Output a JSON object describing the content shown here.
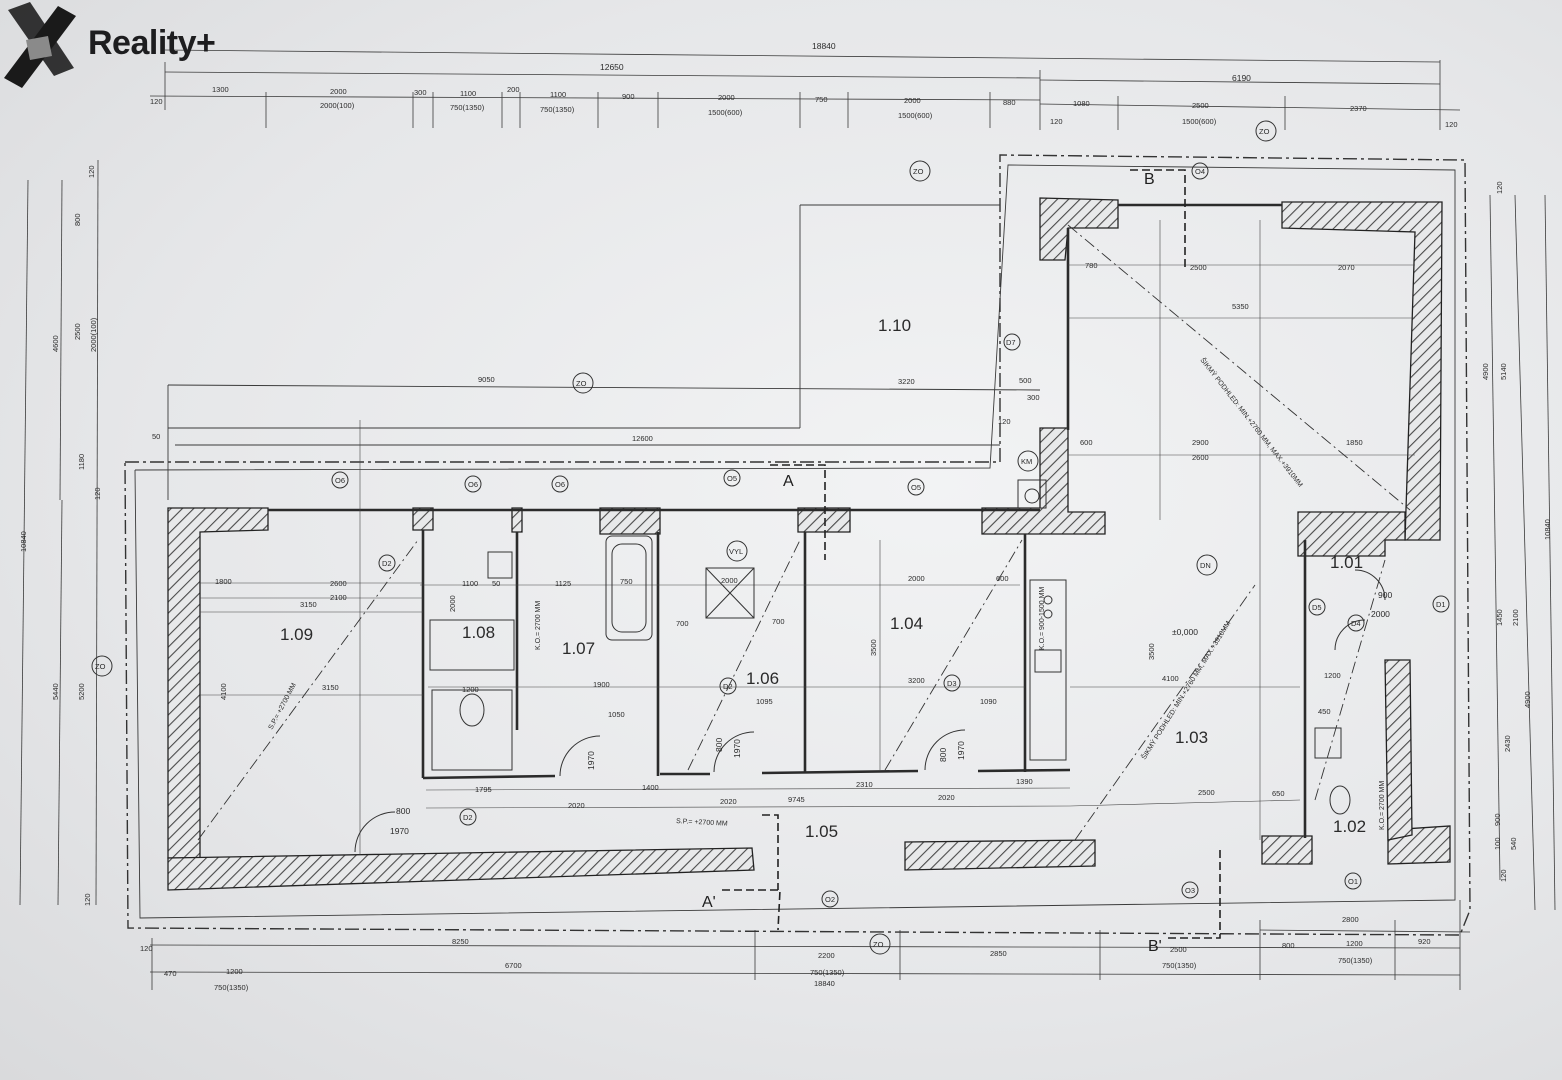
{
  "brand": {
    "name": "Reality+"
  },
  "colors": {
    "paper": "#eef0f1",
    "ink": "#2b2b2b",
    "hatch": "#5a5a5a"
  },
  "rooms": [
    {
      "id": "r109",
      "label": "1.09"
    },
    {
      "id": "r108",
      "label": "1.08"
    },
    {
      "id": "r107",
      "label": "1.07"
    },
    {
      "id": "r106",
      "label": "1.06"
    },
    {
      "id": "r104",
      "label": "1.04"
    },
    {
      "id": "r103",
      "label": "1.03"
    },
    {
      "id": "r105",
      "label": "1.05"
    },
    {
      "id": "r110",
      "label": "1.10"
    },
    {
      "id": "r101",
      "label": "1.01"
    },
    {
      "id": "r102",
      "label": "1.02"
    }
  ],
  "sections": {
    "a_top": "A",
    "a_bottom": "A'",
    "b_top": "B",
    "b_bottom": "B'"
  },
  "tags": {
    "zo": "ZO",
    "km": "KM",
    "dn": "DN",
    "vyl": "VYL",
    "o1": "O1",
    "o2": "O2",
    "o3": "O3",
    "o4": "O4",
    "o5": "O5",
    "o6": "O6",
    "d1": "D1",
    "d2": "D2",
    "d3": "D3",
    "d4": "D4",
    "d5": "D5",
    "d7": "D7"
  },
  "annotations": {
    "level": "±0,000",
    "ceiling_107": "S.P.= +2700 MM",
    "ceiling_105": "S.P.= +2700 MM",
    "slope_110": "ŠIKMÝ PODHLED: MIN.+2760 MM, MAX.+3910MM",
    "slope_103": "ŠIKMÝ PODHLED: MIN.+2760 MM, MAX.+3910MM",
    "ko_108": "K.O.= 2700 MM",
    "ko_104": "K.O.= 900-1500 MM",
    "ko_102": "K.O.= 2700 MM"
  },
  "dims_top_overall": {
    "total": "18840",
    "left": "12650",
    "right": "6190"
  },
  "dims_top_row": [
    "120",
    "1300",
    "2000",
    "2000(100)",
    "300",
    "1100",
    "750(1350)",
    "200",
    "1100",
    "750(1350)",
    "900",
    "2000",
    "1500(600)",
    "750",
    "2000",
    "1500(600)",
    "880",
    "1080",
    "120",
    "2500",
    "1500(600)",
    "2370",
    "120"
  ],
  "dims_bottom_row1": [
    "8250",
    "2200",
    "2850",
    "2500",
    "750(1350)",
    "800",
    "1200",
    "920",
    "2800"
  ],
  "dims_bottom_row2": [
    "120",
    "470",
    "1200",
    "750(1350)",
    "6700",
    "750(1350)",
    "18840",
    "750(1350)"
  ],
  "dims_left": [
    "10840",
    "4600",
    "5440",
    "120",
    "800",
    "2500",
    "2000(100)",
    "1180",
    "120",
    "5200",
    "120"
  ],
  "dims_right": [
    "120",
    "4900",
    "5140",
    "10840",
    "1450",
    "2100",
    "4900",
    "2430",
    "540",
    "120",
    "100",
    "900"
  ],
  "dims_inner": {
    "r110_9050": "9050",
    "r110_3220": "3220",
    "r110_12600": "12600",
    "r110_50": "50",
    "r110_500": "500",
    "r110_300": "300",
    "r110_120": "120",
    "hall_780": "780",
    "hall_2500": "2500",
    "hall_2070": "2070",
    "hall_5350": "5350",
    "hall_600": "600",
    "hall_2900": "2900",
    "hall_2600": "2600",
    "hall_1850": "1850",
    "r109_1800": "1800",
    "r109_2600": "2600",
    "r109_2100": "2100",
    "r109_3150": "3150",
    "r109_3150b": "3150",
    "r109_4100": "4100",
    "r109_800": "800",
    "r109_1970": "1970",
    "r108_1100": "1100",
    "r108_50": "50",
    "r108_2000": "2000",
    "r108_1200": "1200",
    "r107_1125": "1125",
    "r107_750": "750",
    "r107_1900": "1900",
    "r107_1050": "1050",
    "r107_700": "700",
    "r107_1970": "1970",
    "r106_2000": "2000",
    "r106_700": "700",
    "r106_1095": "1095",
    "r106_800": "800",
    "r106_1970": "1970",
    "r104_2000": "2000",
    "r104_600": "600",
    "r104_3500": "3500",
    "r104_3200": "3200",
    "r104_1090": "1090",
    "r104_800": "800",
    "r104_1970": "1970",
    "r105_1795": "1795",
    "r105_2020": "2020",
    "r105_1400": "1400",
    "r105_2020b": "2020",
    "r105_9745": "9745",
    "r105_2310": "2310",
    "r105_2020c": "2020",
    "r105_1390": "1390",
    "r103_4100": "4100",
    "r103_2500": "2500",
    "r103_650": "650",
    "r103_3500": "3500",
    "r101_2000": "2000",
    "r101_900": "900",
    "r101_1200": "1200",
    "r101_450": "450"
  }
}
